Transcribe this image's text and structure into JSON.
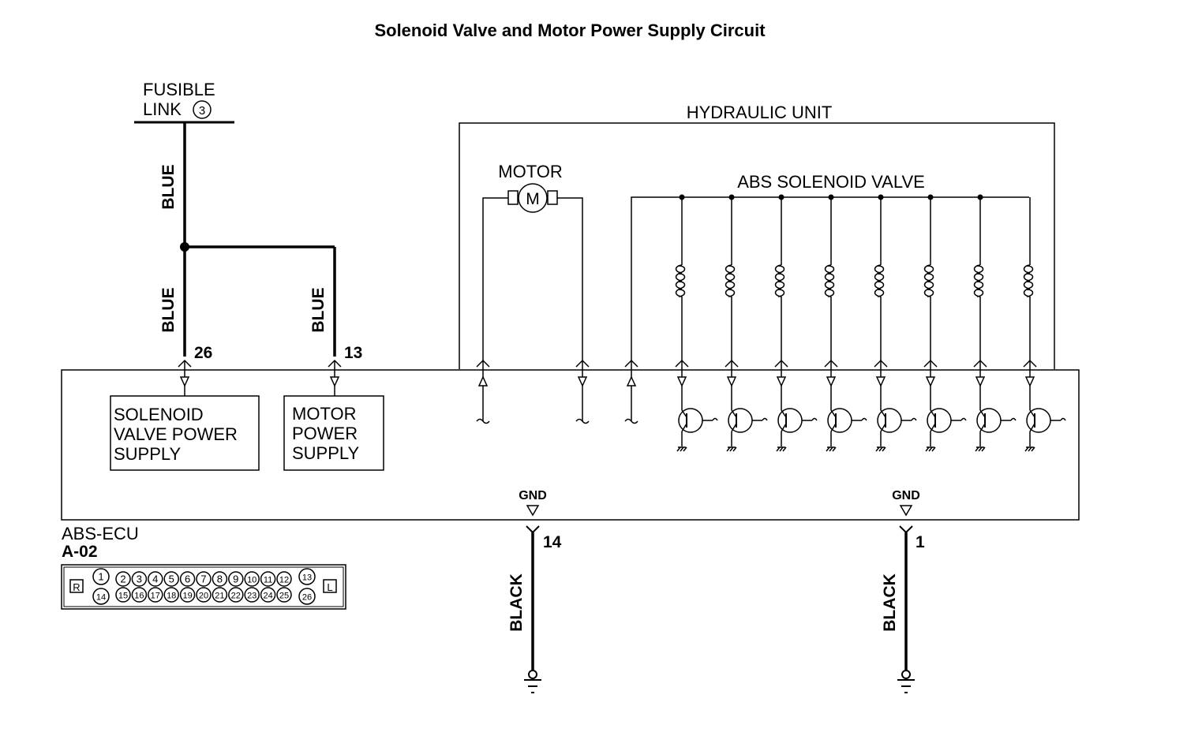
{
  "title": "Solenoid Valve and Motor Power Supply Circuit",
  "fusible_link": {
    "line1": "FUSIBLE",
    "line2": "LINK",
    "number": "3"
  },
  "wire_colors": {
    "blue": "BLUE",
    "black": "BLACK"
  },
  "hydraulic_unit": {
    "label": "HYDRAULIC UNIT",
    "motor_label": "MOTOR",
    "motor_symbol": "M",
    "solenoid_label": "ABS SOLENOID VALVE"
  },
  "pins": {
    "solenoid_supply": "26",
    "motor_supply": "13",
    "gnd_left": "14",
    "gnd_right": "1"
  },
  "ecu": {
    "name": "ABS-ECU",
    "connector": "A-02",
    "solenoid_box": [
      "SOLENOID",
      "VALVE POWER",
      "SUPPLY"
    ],
    "motor_box": [
      "MOTOR",
      "POWER",
      "SUPPLY"
    ],
    "gnd_label": "GND"
  },
  "connector": {
    "left_tag": "R",
    "right_tag": "L",
    "row1": [
      "1",
      "2",
      "3",
      "4",
      "5",
      "6",
      "7",
      "8",
      "9",
      "10",
      "11",
      "12",
      "13"
    ],
    "row2": [
      "14",
      "15",
      "16",
      "17",
      "18",
      "19",
      "20",
      "21",
      "22",
      "23",
      "24",
      "25",
      "26"
    ]
  },
  "colors": {
    "line": "#000000",
    "background": "#ffffff"
  }
}
